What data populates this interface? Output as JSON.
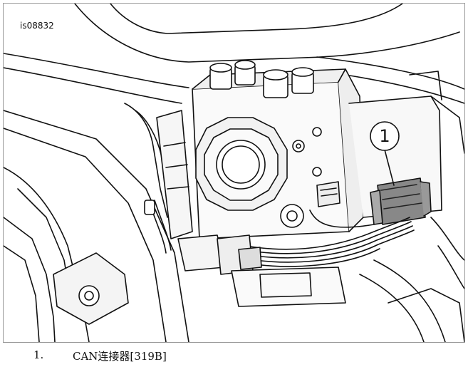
{
  "figure": {
    "id": "is08832",
    "callout": "1"
  },
  "caption": {
    "number": "1.",
    "text": "CAN连接器[319B]"
  }
}
